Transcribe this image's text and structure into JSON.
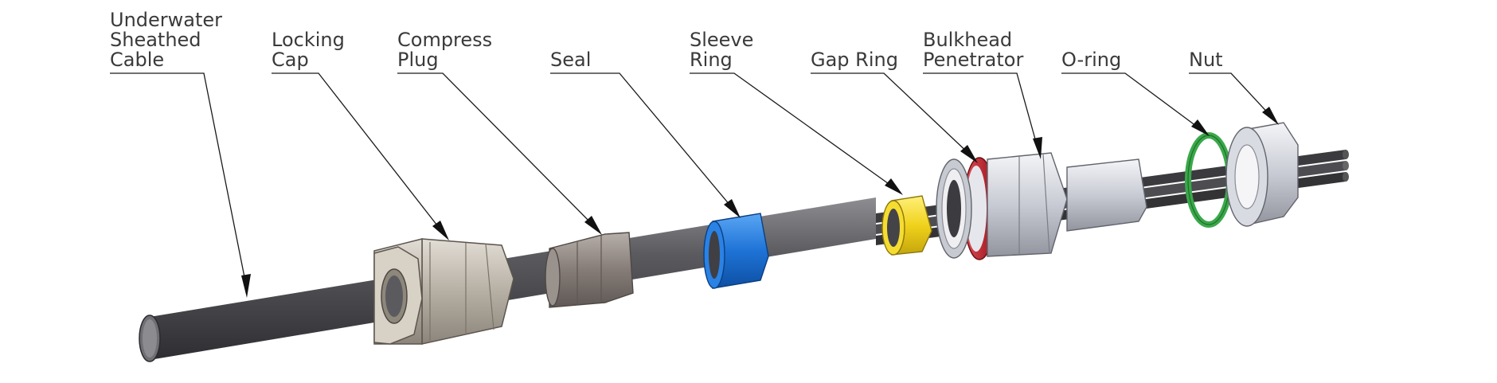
{
  "labels": {
    "cable": [
      "Underwater",
      "Sheathed",
      "Cable"
    ],
    "locking_cap": [
      "Locking",
      "Cap"
    ],
    "compress_plug": [
      "Compress",
      "Plug"
    ],
    "seal": [
      "Seal"
    ],
    "sleeve_ring": [
      "Sleeve",
      "Ring"
    ],
    "gap_ring": [
      "Gap Ring"
    ],
    "bulkhead_penetrator": [
      "Bulkhead",
      "Penetrator"
    ],
    "o_ring": [
      "O-ring"
    ],
    "nut": [
      "Nut"
    ]
  },
  "colors": {
    "cable": "#4a4a4e",
    "locking_cap": "#b3aca2",
    "compress_plug": "#8a817c",
    "seal": "#1e73d6",
    "sleeve_ring": "#f0d21c",
    "gap_ring": "#c4232a",
    "bulkhead_penetrator": "#d5d6de",
    "o_ring": "#3aa84a",
    "nut": "#cdd0d8"
  }
}
